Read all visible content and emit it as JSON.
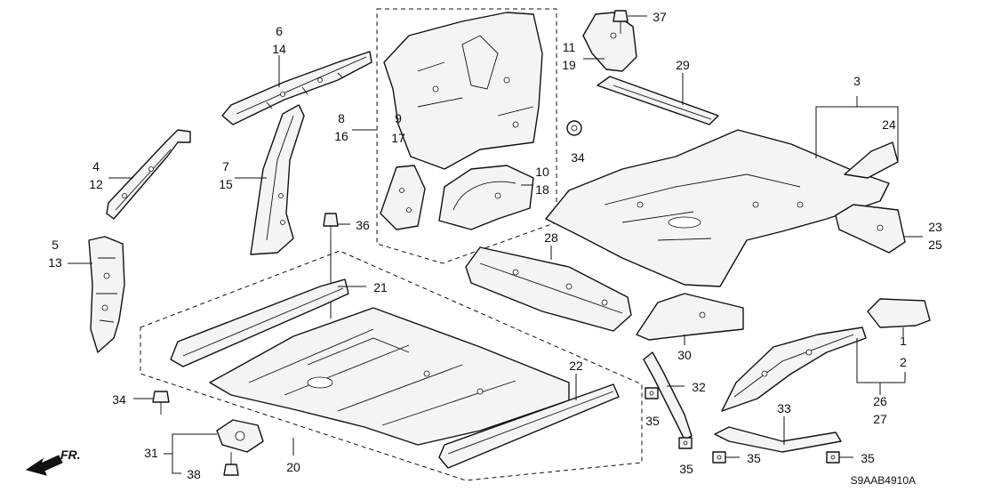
{
  "labels": [
    {
      "id": "l6",
      "text": "6"
    },
    {
      "id": "l14",
      "text": "14"
    },
    {
      "id": "l4",
      "text": "4"
    },
    {
      "id": "l12",
      "text": "12"
    },
    {
      "id": "l7",
      "text": "7"
    },
    {
      "id": "l15",
      "text": "15"
    },
    {
      "id": "l5",
      "text": "5"
    },
    {
      "id": "l13",
      "text": "13"
    },
    {
      "id": "l8",
      "text": "8"
    },
    {
      "id": "l16",
      "text": "16"
    },
    {
      "id": "l9",
      "text": "9"
    },
    {
      "id": "l17",
      "text": "17"
    },
    {
      "id": "l10",
      "text": "10"
    },
    {
      "id": "l18",
      "text": "18"
    },
    {
      "id": "l11",
      "text": "11"
    },
    {
      "id": "l19",
      "text": "19"
    },
    {
      "id": "l37",
      "text": "37"
    },
    {
      "id": "l29",
      "text": "29"
    },
    {
      "id": "l34a",
      "text": "34"
    },
    {
      "id": "l36",
      "text": "36"
    },
    {
      "id": "l3",
      "text": "3"
    },
    {
      "id": "l24",
      "text": "24"
    },
    {
      "id": "l23",
      "text": "23"
    },
    {
      "id": "l25",
      "text": "25"
    },
    {
      "id": "l28",
      "text": "28"
    },
    {
      "id": "l21",
      "text": "21"
    },
    {
      "id": "l1",
      "text": "1"
    },
    {
      "id": "l2",
      "text": "2"
    },
    {
      "id": "l30",
      "text": "30"
    },
    {
      "id": "l26",
      "text": "26"
    },
    {
      "id": "l27",
      "text": "27"
    },
    {
      "id": "l22",
      "text": "22"
    },
    {
      "id": "l32",
      "text": "32"
    },
    {
      "id": "l34b",
      "text": "34"
    },
    {
      "id": "l35a",
      "text": "35"
    },
    {
      "id": "l35b",
      "text": "35"
    },
    {
      "id": "l33",
      "text": "33"
    },
    {
      "id": "l35c",
      "text": "35"
    },
    {
      "id": "l35d",
      "text": "35"
    },
    {
      "id": "l31",
      "text": "31"
    },
    {
      "id": "l20",
      "text": "20"
    },
    {
      "id": "l38",
      "text": "38"
    }
  ],
  "diagram_code": "S9AAB4910A",
  "direction_marker": "FR."
}
